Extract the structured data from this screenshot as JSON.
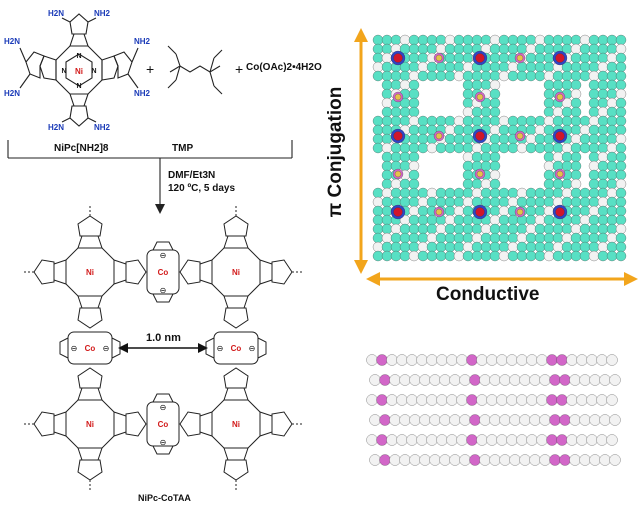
{
  "reactants": {
    "precursor_label": "NiPc[NH2]8",
    "linker_label": "TMP",
    "cobalt_salt": "Co(OAc)2•4H2O",
    "plus": "+",
    "amine": "H2N",
    "amine_right": "NH2",
    "metal_ni": "Ni",
    "metal_co": "Co",
    "ring_n": "N",
    "charge": "⊖"
  },
  "reaction": {
    "solvent": "DMF/Et3N",
    "conditions": "120 ºC, 5 days"
  },
  "product": {
    "name": "NiPc-CoTAA",
    "pore_size": "1.0 nm"
  },
  "model": {
    "axis_vertical": "π Conjugation",
    "axis_horizontal": "Conductive"
  },
  "colors": {
    "carbon": "#58e0c4",
    "nitrogen": "#2f44c8",
    "nickel": "#d0162a",
    "cobalt": "#e6c24a",
    "hydrogen": "#f2f2f2",
    "oxygen_pink": "#d266c8",
    "arrow": "#f2a51c",
    "amine": "#1b3bb8",
    "metal_label": "#d21a1a"
  }
}
